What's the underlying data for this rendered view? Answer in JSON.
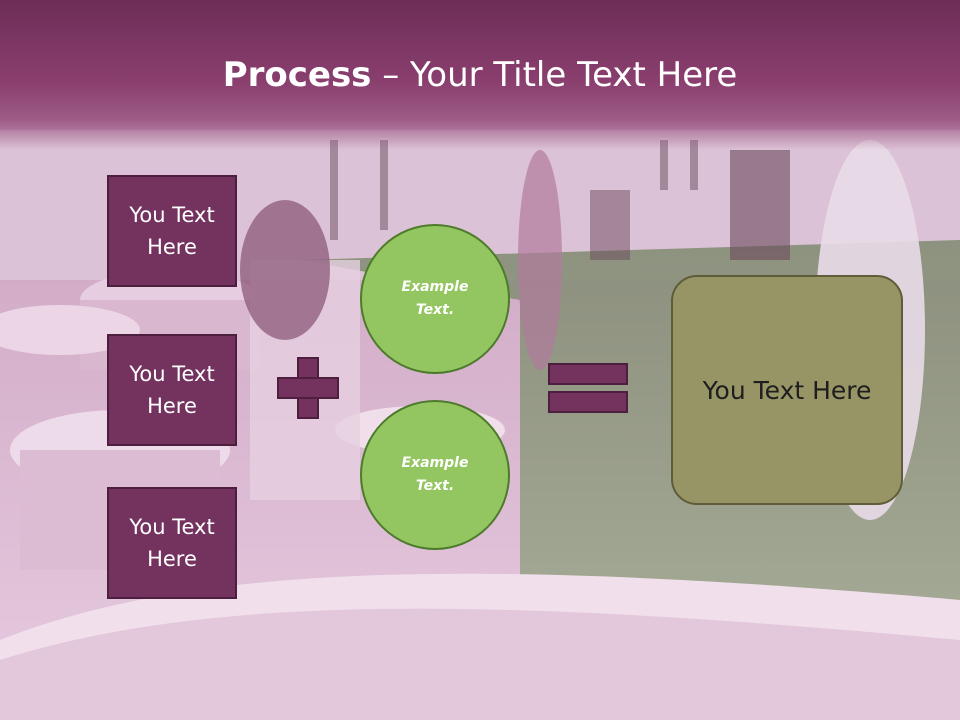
{
  "title": {
    "bold": "Process",
    "rest": " – Your Title Text Here"
  },
  "left_boxes": [
    {
      "label": "You Text Here"
    },
    {
      "label": "You Text Here"
    },
    {
      "label": "You Text Here"
    }
  ],
  "circles": [
    {
      "label": "Example Text."
    },
    {
      "label": "Example Text."
    }
  ],
  "result": {
    "label": "You Text Here"
  },
  "colors": {
    "title_bar": "#7a3463",
    "box_fill": "#74335e",
    "circle_fill": "#93c660",
    "result_fill": "#979566",
    "background_tint": "#cfa9c8"
  }
}
